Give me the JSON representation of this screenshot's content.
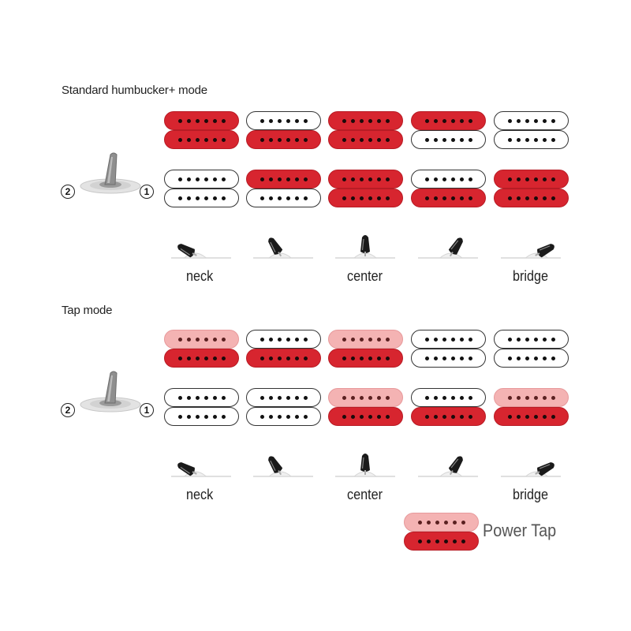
{
  "standard": {
    "title": "Standard humbucker+ mode",
    "position_labels": [
      "neck",
      "center",
      "bridge"
    ],
    "switch_labels": [
      "2",
      "1"
    ],
    "pickup_states": [
      [
        "red",
        "red",
        "white",
        "white"
      ],
      [
        "white",
        "red",
        "red",
        "white"
      ],
      [
        "red",
        "red",
        "red",
        "red"
      ],
      [
        "red",
        "white",
        "white",
        "red"
      ],
      [
        "white",
        "white",
        "red",
        "red"
      ]
    ]
  },
  "tap": {
    "title": "Tap mode",
    "position_labels": [
      "neck",
      "center",
      "bridge"
    ],
    "switch_labels": [
      "2",
      "1"
    ],
    "pickup_states": [
      [
        "pink",
        "red",
        "white",
        "white"
      ],
      [
        "white",
        "red",
        "white",
        "white"
      ],
      [
        "pink",
        "red",
        "pink",
        "red"
      ],
      [
        "white",
        "white",
        "white",
        "red"
      ],
      [
        "white",
        "white",
        "pink",
        "red"
      ]
    ]
  },
  "legend": {
    "label": "Power Tap",
    "coils": [
      "pink",
      "red"
    ]
  },
  "colors": {
    "red": "#d7252f",
    "pink": "#f4b3b3",
    "white": "#ffffff"
  }
}
